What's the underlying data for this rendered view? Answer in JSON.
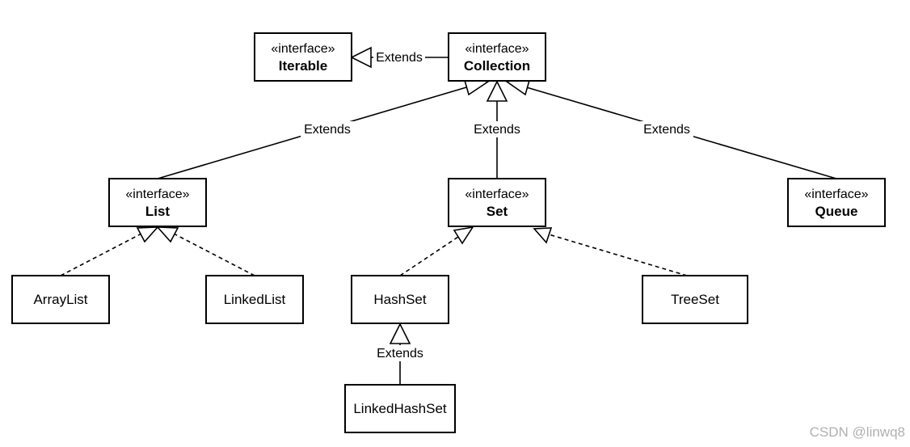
{
  "diagram": {
    "stereotype": "«interface»",
    "relation_label": "Extends",
    "watermark": "CSDN @linwq8",
    "nodes": {
      "iterable": {
        "name": "Iterable",
        "interface": true
      },
      "collection": {
        "name": "Collection",
        "interface": true
      },
      "list": {
        "name": "List",
        "interface": true
      },
      "set": {
        "name": "Set",
        "interface": true
      },
      "queue": {
        "name": "Queue",
        "interface": true
      },
      "arraylist": {
        "name": "ArrayList",
        "interface": false
      },
      "linkedlist": {
        "name": "LinkedList",
        "interface": false
      },
      "hashset": {
        "name": "HashSet",
        "interface": false
      },
      "treeset": {
        "name": "TreeSet",
        "interface": false
      },
      "linkedhashset": {
        "name": "LinkedHashSet",
        "interface": false
      }
    },
    "edges": [
      {
        "from": "collection",
        "to": "iterable",
        "type": "extends",
        "labeled": true
      },
      {
        "from": "list",
        "to": "collection",
        "type": "extends",
        "labeled": true
      },
      {
        "from": "set",
        "to": "collection",
        "type": "extends",
        "labeled": true
      },
      {
        "from": "queue",
        "to": "collection",
        "type": "extends",
        "labeled": true
      },
      {
        "from": "arraylist",
        "to": "list",
        "type": "implements",
        "labeled": false
      },
      {
        "from": "linkedlist",
        "to": "list",
        "type": "implements",
        "labeled": false
      },
      {
        "from": "hashset",
        "to": "set",
        "type": "implements",
        "labeled": false
      },
      {
        "from": "treeset",
        "to": "set",
        "type": "implements",
        "labeled": false
      },
      {
        "from": "linkedhashset",
        "to": "hashset",
        "type": "extends",
        "labeled": true
      }
    ]
  }
}
